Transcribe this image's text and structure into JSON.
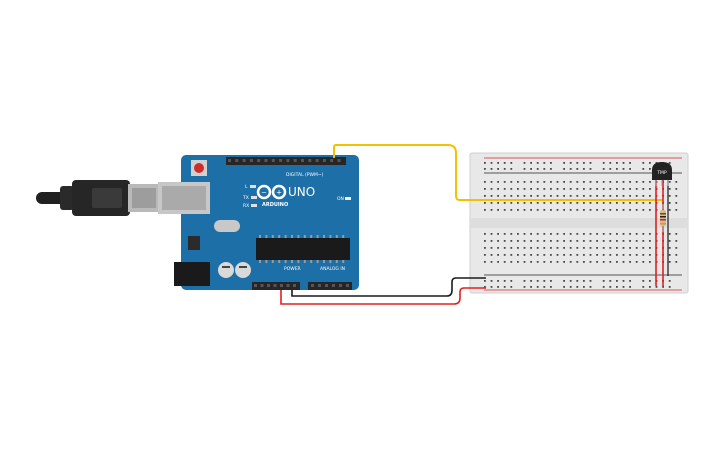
{
  "canvas": {
    "background": "#ffffff"
  },
  "arduino": {
    "logo_text": "UNO",
    "brand_text": "ARDUINO",
    "digital_header_label": "DIGITAL (PWM~)",
    "power_label": "POWER",
    "analog_label": "ANALOG IN",
    "led_labels": [
      "L",
      "TX",
      "RX"
    ],
    "on_label": "ON",
    "board_color": "#1d6fa8"
  },
  "breadboard": {
    "rail_positive_color": "#d9262b",
    "rail_negative_color": "#222222"
  },
  "sensor": {
    "label": "TMP"
  },
  "wires": {
    "signal_color": "#f2c200",
    "power_color": "#e02020",
    "ground_color": "#1a1a1a"
  },
  "usb_cable": {
    "color": "#202020"
  }
}
